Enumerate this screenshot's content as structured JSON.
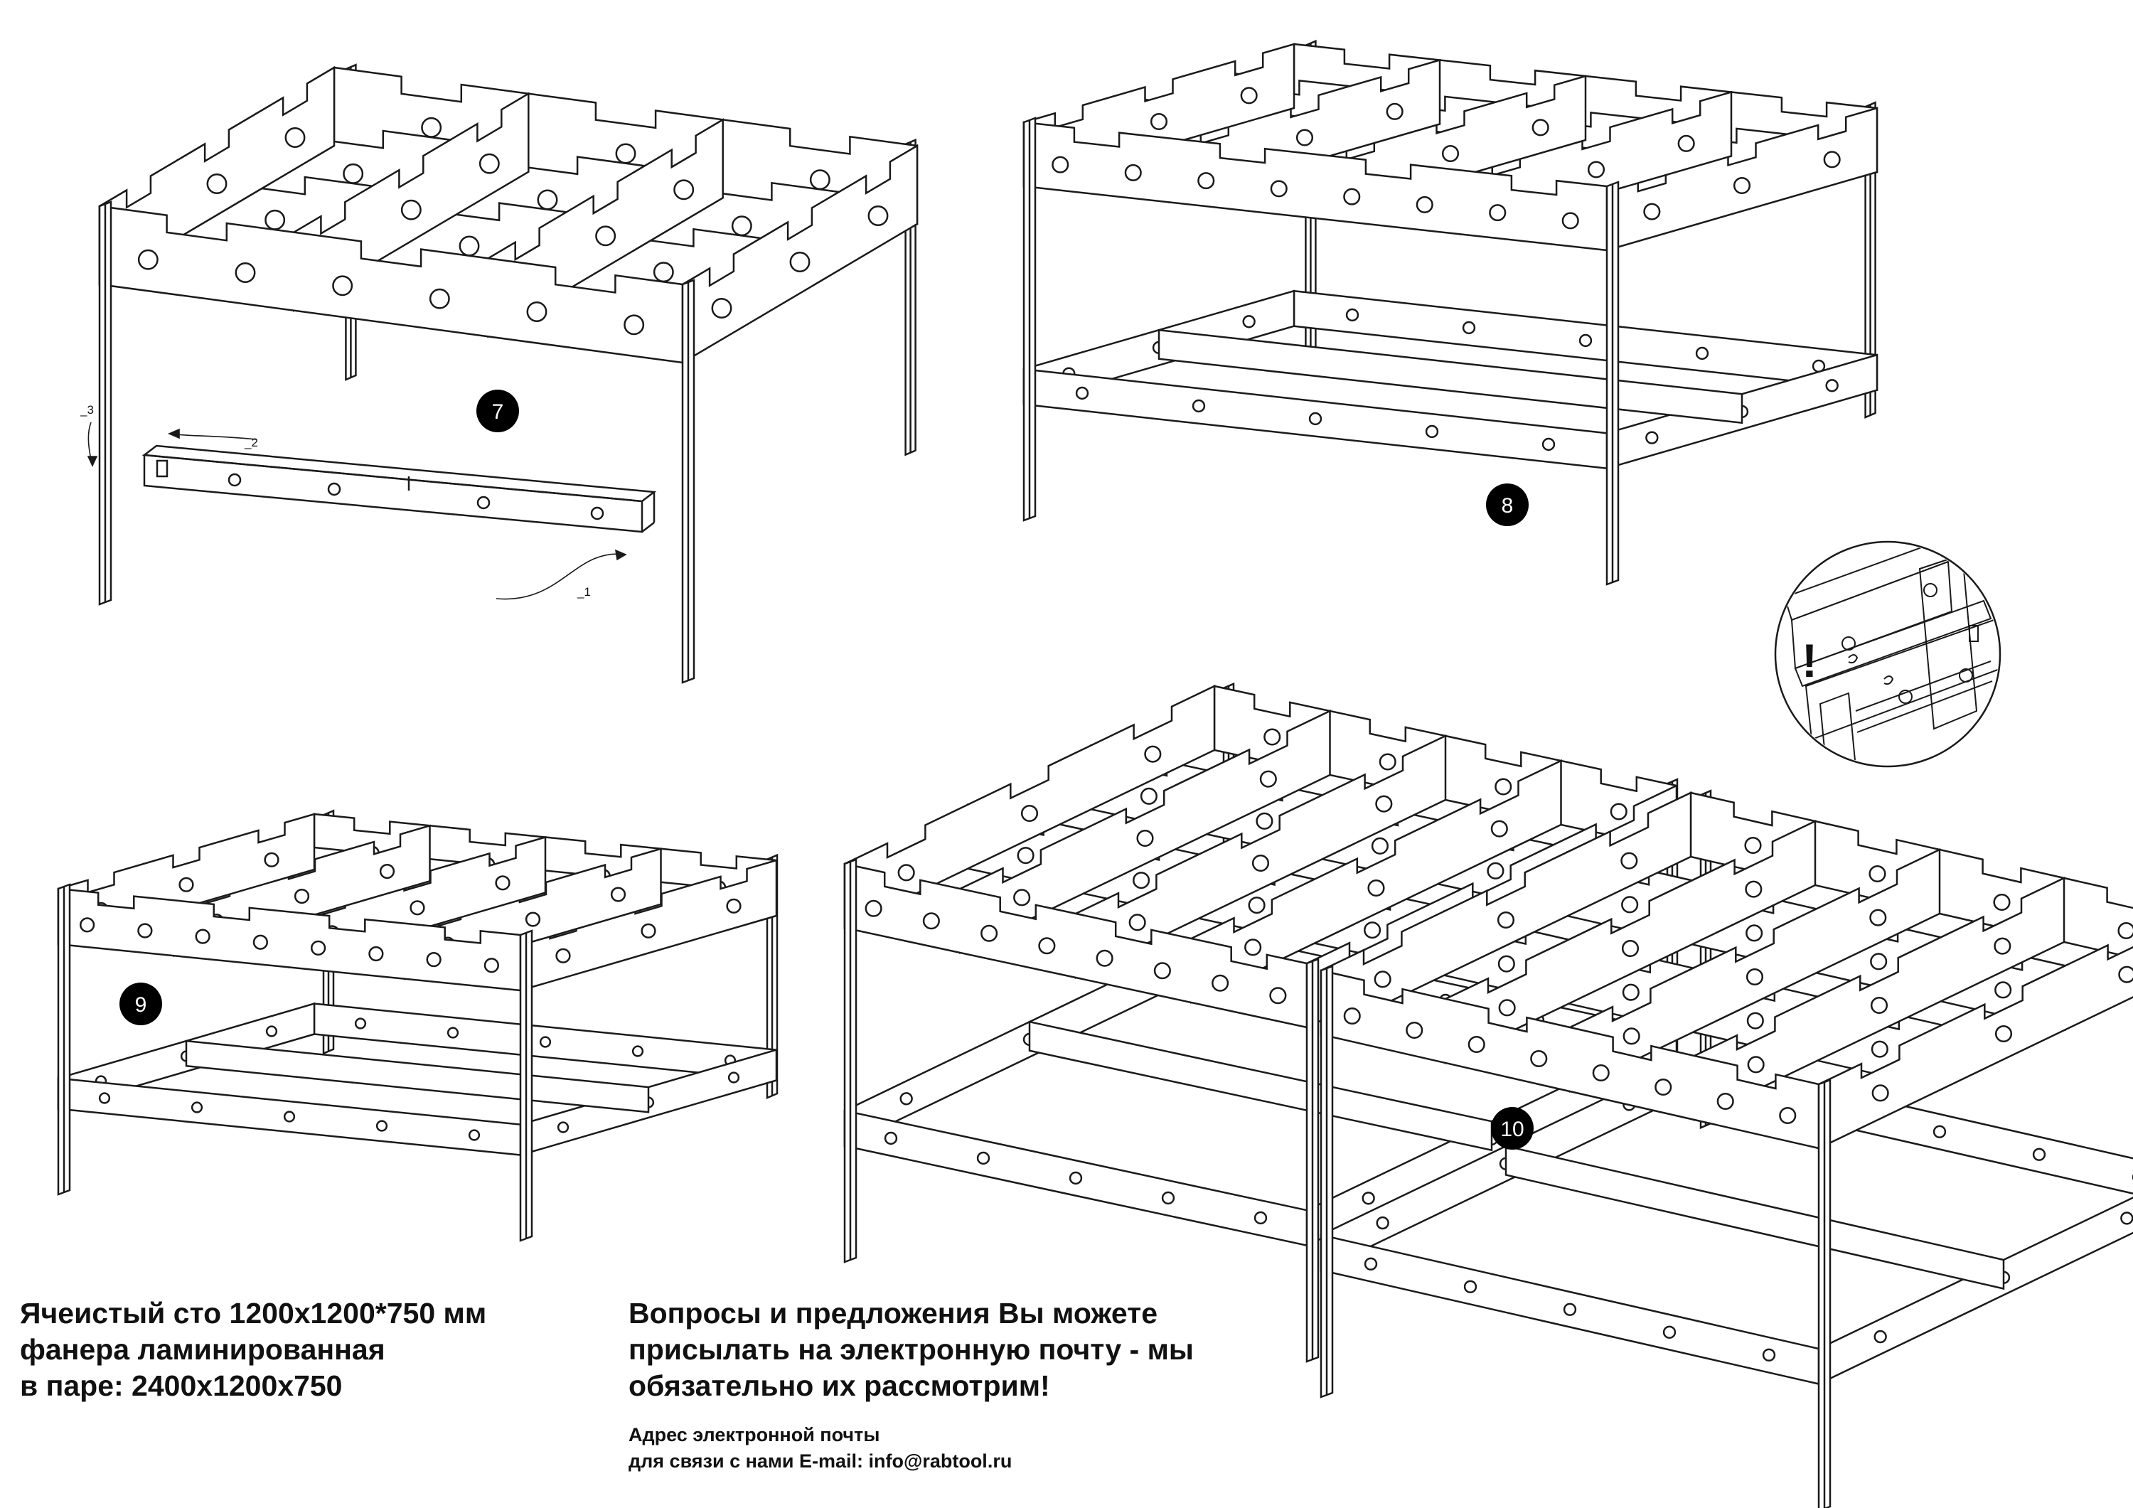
{
  "caption": {
    "line1": "Ячеистый сто 1200х1200*750 мм",
    "line2": "фанера ламинированная",
    "line3": "в паре: 2400х1200х750"
  },
  "questions": {
    "line1": "Вопросы и предложения Вы можете",
    "line2": "присылать на электронную почту - мы",
    "line3": "обязательно их рассмотрим!"
  },
  "contact": {
    "line1": "Адрес электронной почты",
    "line2": "для связи с нами E-mail: info@rabtool.ru"
  },
  "steps": {
    "s7": "7",
    "s8": "8",
    "s9": "9",
    "s10": "10"
  },
  "arrows": {
    "a1": "_1",
    "a2": "_2",
    "a3": "_3"
  },
  "detail": {
    "warning": "!"
  },
  "colors": {
    "line": "#1a1a1a",
    "badge": "#000000",
    "paper": "#ffffff"
  }
}
